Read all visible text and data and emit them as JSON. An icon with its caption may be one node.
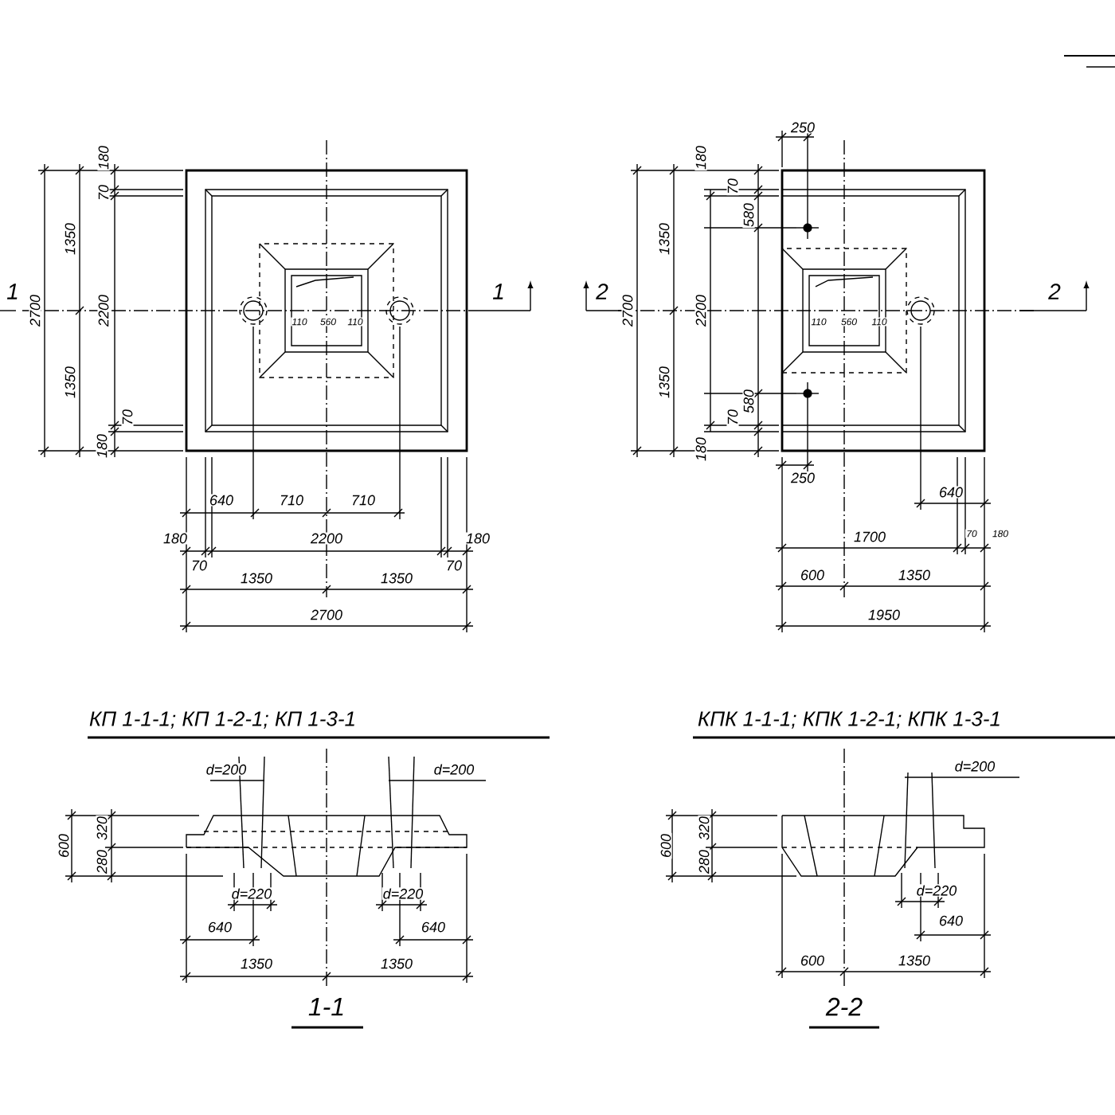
{
  "diagram": {
    "labels": [
      "1",
      "1",
      "180",
      "70",
      "1350",
      "2700",
      "2200",
      "1350",
      "70",
      "180",
      "110",
      "560",
      "110",
      "640",
      "710",
      "710",
      "180",
      "2200",
      "180",
      "70",
      "70",
      "1350",
      "1350",
      "2700",
      "250",
      "2",
      "2",
      "180",
      "70",
      "580",
      "1350",
      "2700",
      "2200",
      "110",
      "560",
      "110",
      "1350",
      "70",
      "580",
      "180",
      "250",
      "640",
      "1700",
      "70",
      "180",
      "600",
      "1350",
      "1950",
      "КП 1-1-1; КП 1-2-1; КП 1-3-1",
      "КПК 1-1-1; КПК 1-2-1; КПК 1-3-1",
      "d=200",
      "d=200",
      "600",
      "320",
      "280",
      "d=220",
      "d=220",
      "640",
      "640",
      "1350",
      "1350",
      "1-1",
      "d=200",
      "600",
      "320",
      "280",
      "d=220",
      "640",
      "600",
      "1350",
      "2-2"
    ]
  }
}
